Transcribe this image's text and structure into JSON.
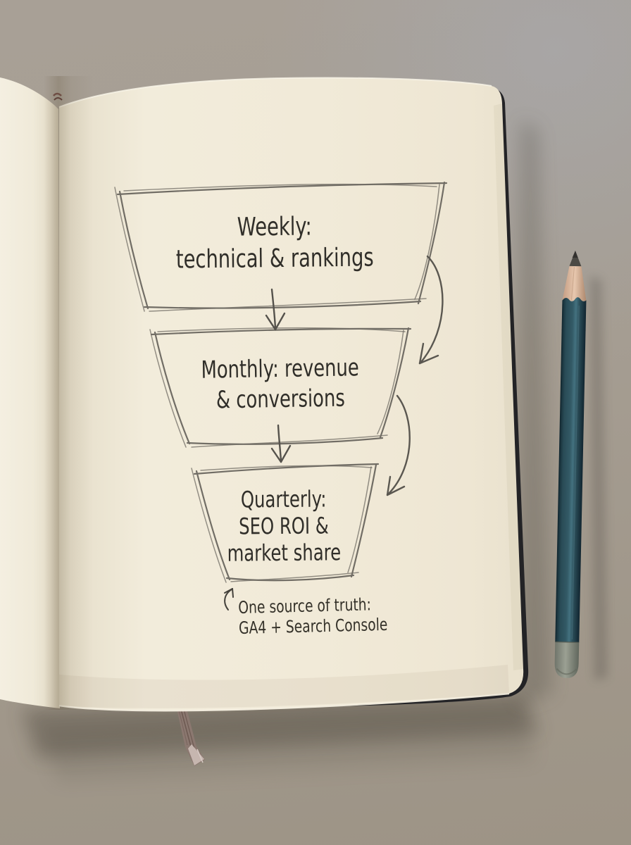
{
  "scene": {
    "colors": {
      "desk": "#a49c90",
      "page": "#f1ead9",
      "notebook_cover": "#232326",
      "ink": "#302e29",
      "pencil_sketch_line": "#716d65",
      "pencil_body": "#2e525f",
      "pencil_cap": "#8f948a",
      "pencil_wood": "#ddb89e",
      "bookmark_ribbon": "#8b7870"
    }
  },
  "diagram": {
    "type": "funnel",
    "stages": [
      {
        "id": "weekly",
        "lines": [
          "Weekly:",
          "technical & rankings"
        ]
      },
      {
        "id": "monthly",
        "lines": [
          "Monthly: revenue",
          "& conversions"
        ]
      },
      {
        "id": "quarterly",
        "lines": [
          "Quarterly:",
          "SEO ROI &",
          "market share"
        ]
      }
    ],
    "annotation": {
      "lines": [
        "One source of truth:",
        "GA4 + Search Console"
      ]
    },
    "arrows": [
      {
        "name": "weekly-to-monthly-down"
      },
      {
        "name": "monthly-to-quarterly-down"
      },
      {
        "name": "weekly-to-monthly-curved-side"
      },
      {
        "name": "monthly-to-quarterly-curved-side"
      },
      {
        "name": "annotation-pointer-up"
      }
    ]
  }
}
